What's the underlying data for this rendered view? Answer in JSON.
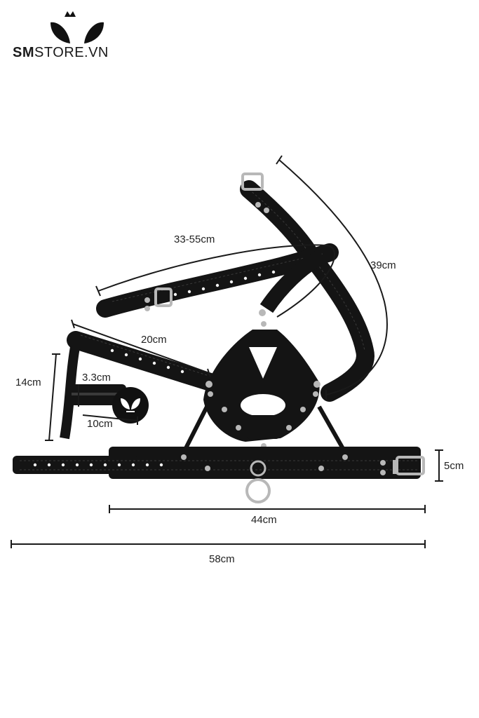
{
  "brand": {
    "logo_bold": "SM",
    "logo_rest": "STORE.VN"
  },
  "dimensions": {
    "strap_top": "33-55cm",
    "strap_side": "39cm",
    "strap_short": "20cm",
    "gag_height": "14cm",
    "gag_diameter": "3.3cm",
    "gag_length": "10cm",
    "collar_width": "5cm",
    "collar_inner": "44cm",
    "collar_total": "58cm"
  },
  "colors": {
    "leather": "#141414",
    "stitch": "#3a3a3a",
    "metal": "#b8b8b8",
    "dimension_line": "#1a1a1a"
  }
}
